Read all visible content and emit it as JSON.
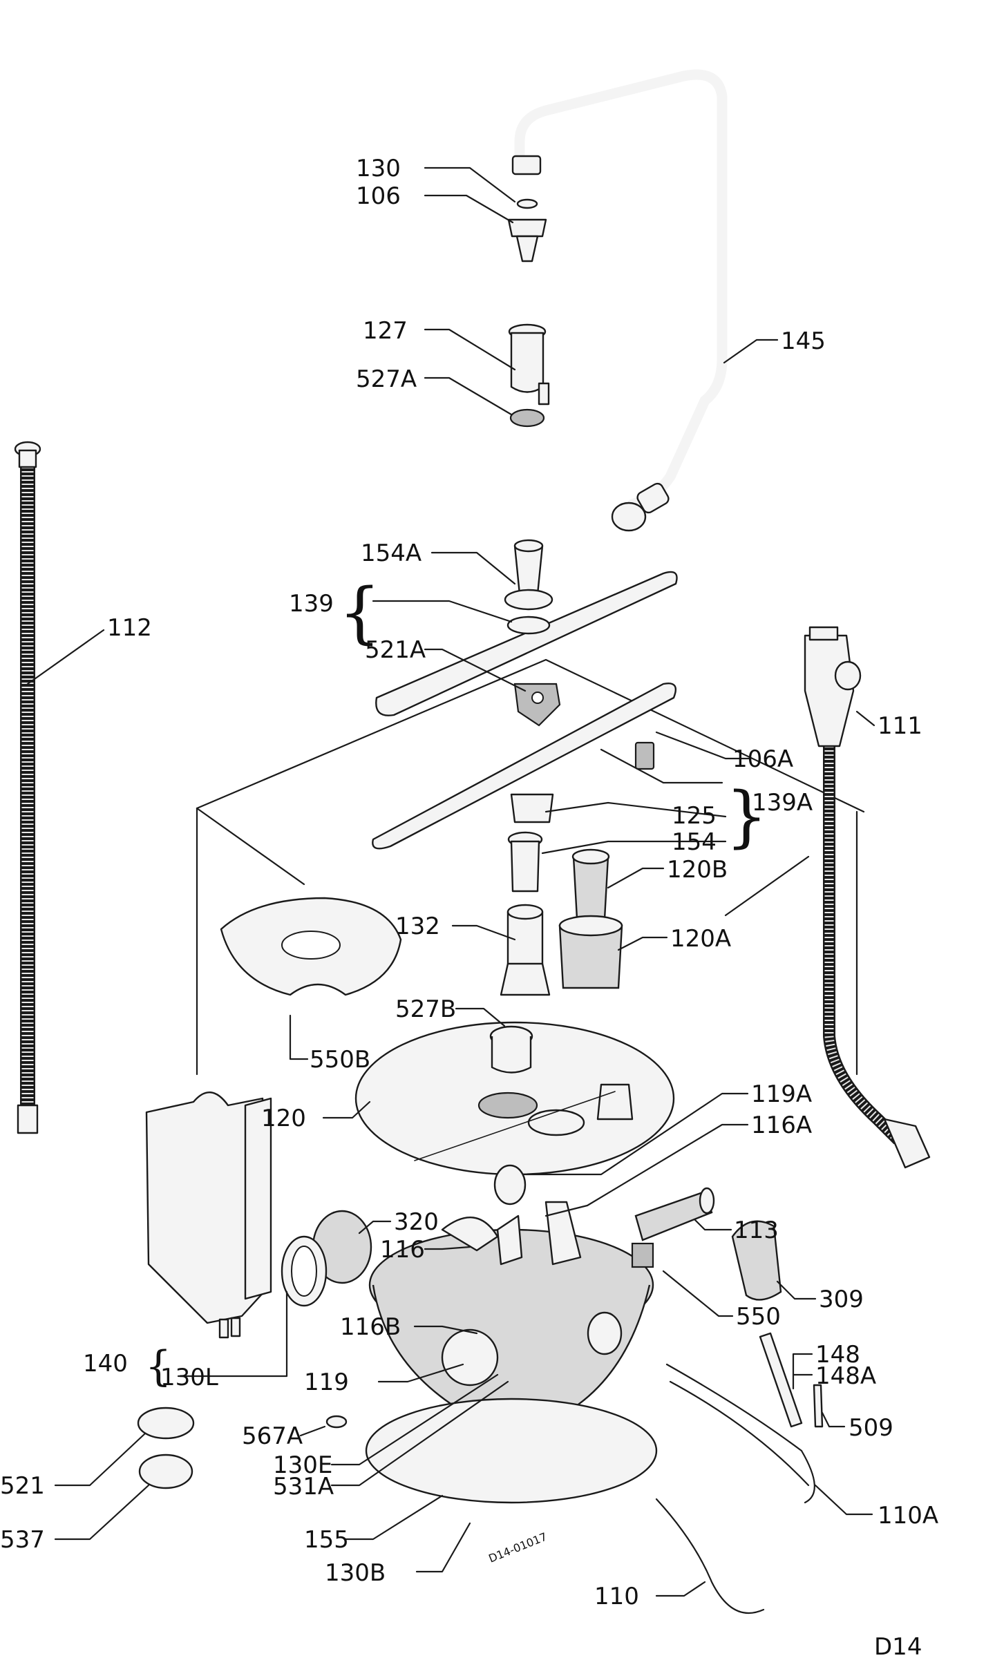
{
  "labels": {
    "l130a": "130",
    "l106": "106",
    "l127": "127",
    "l527a": "527A",
    "l145": "145",
    "l154a": "154A",
    "l139": "139",
    "l521a": "521A",
    "l112": "112",
    "l111": "111",
    "l106a": "106A",
    "l139a": "139A",
    "l125": "125",
    "l154": "154",
    "l120b": "120B",
    "l132": "132",
    "l120a": "120A",
    "l527b": "527B",
    "l550b": "550B",
    "l120": "120",
    "l119a": "119A",
    "l116a": "116A",
    "l320": "320",
    "l116": "116",
    "l113": "113",
    "l309": "309",
    "l550": "550",
    "l116b": "116B",
    "l148": "148",
    "l148a": "148A",
    "l140": "140",
    "l130l": "130L",
    "l119": "119",
    "l509": "509",
    "l567a": "567A",
    "l130e": "130E",
    "l531a": "531A",
    "l521": "521",
    "l537": "537",
    "l110a": "110A",
    "l155": "155",
    "l130b": "130B",
    "l110": "110",
    "code": "D14-01017",
    "page": "D14"
  }
}
